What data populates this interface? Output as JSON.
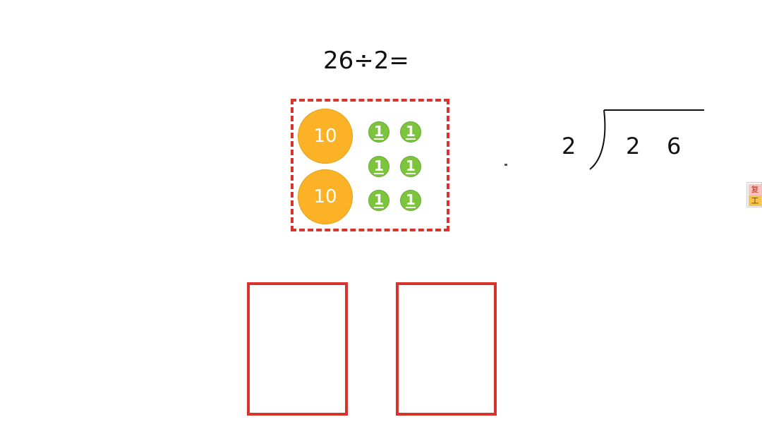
{
  "problem": {
    "equation": "26÷2="
  },
  "coins": {
    "ten_label": "10",
    "one_label": "1",
    "ten_count": 2,
    "one_count": 6,
    "ten_color": "#fbb226",
    "one_color": "#7cc43e"
  },
  "long_division": {
    "divisor": "2",
    "dividend_tens": "2",
    "dividend_ones": "6"
  },
  "side_widget": {
    "top_glyph": "复",
    "bottom_glyph": "工"
  },
  "colors": {
    "frame_red": "#d8342c"
  }
}
